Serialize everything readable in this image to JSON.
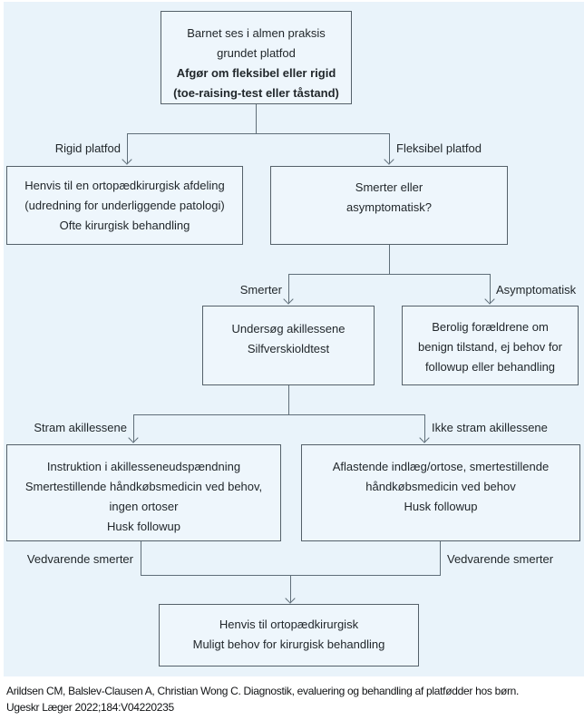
{
  "colors": {
    "panel_bg": "#e9f3fa",
    "box_bg": "#eef6fc",
    "border_color": "#546069",
    "line_color": "#5f6e79",
    "text_color": "#21272b",
    "caption_color": "#101214"
  },
  "nodes": {
    "start": {
      "lines": [
        "Barnet ses i almen praksis",
        "grundet platfod"
      ],
      "bold_lines": [
        "Afgør om fleksibel eller rigid",
        "(toe-raising-test eller tåstand)"
      ]
    },
    "rigid_referral": {
      "lines": [
        "Henvis til en ortopædkirurgisk afdeling",
        "(udredning for underliggende patologi)",
        "Ofte kirurgisk behandling"
      ]
    },
    "pain_question": {
      "lines": [
        "Smerter eller",
        "asymptomatisk?"
      ]
    },
    "examine_achilles": {
      "lines": [
        "Undersøg akillessene",
        "Silfverskioldtest"
      ]
    },
    "reassure_parents": {
      "lines": [
        "Berolig forældrene om",
        "benign tilstand, ej behov for",
        "followup eller behandling"
      ]
    },
    "instruction_stretching": {
      "lines": [
        "Instruktion i akillesseneudspændning",
        "Smertestillende håndkøbsmedicin ved behov,",
        "ingen ortoser",
        "Husk followup"
      ]
    },
    "orthotic_relief": {
      "lines": [
        "Aflastende indlæg/ortose, smertestillende",
        "håndkøbsmedicin ved behov",
        "Husk followup"
      ]
    },
    "surgical_referral": {
      "lines": [
        "Henvis til ortopædkirurgisk",
        "Muligt behov for kirurgisk behandling"
      ]
    }
  },
  "edge_labels": {
    "rigid": "Rigid platfod",
    "fleksibel": "Fleksibel platfod",
    "smerter": "Smerter",
    "asymptomatisk": "Asymptomatisk",
    "stram": "Stram akillessene",
    "ikke_stram": "Ikke stram akillessene",
    "vedvarende_left": "Vedvarende smerter",
    "vedvarende_right": "Vedvarende smerter"
  },
  "caption": {
    "line1": "Arildsen CM, Balslev-Clausen A, Christian Wong C. Diagnostik, evaluering og behandling af platfødder hos børn.",
    "line2": "Ugeskr Læger 2022;184:V04220235"
  }
}
